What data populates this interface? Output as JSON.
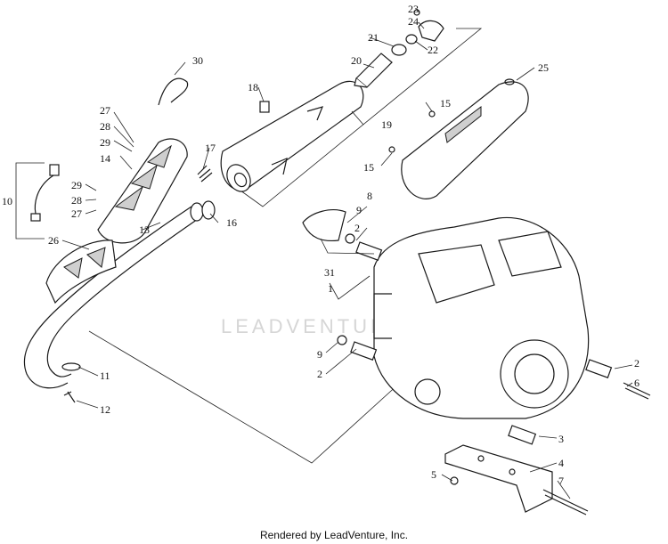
{
  "watermark": "LEADVENTURE",
  "footer": "Rendered by LeadVenture, Inc.",
  "callouts": [
    "1",
    "2",
    "2",
    "2",
    "3",
    "4",
    "5",
    "6",
    "7",
    "8",
    "9",
    "9",
    "10",
    "11",
    "12",
    "13",
    "14",
    "15",
    "15",
    "16",
    "17",
    "18",
    "19",
    "20",
    "21",
    "22",
    "23",
    "24",
    "25",
    "26",
    "27",
    "27",
    "28",
    "28",
    "29",
    "29",
    "30",
    "31"
  ]
}
